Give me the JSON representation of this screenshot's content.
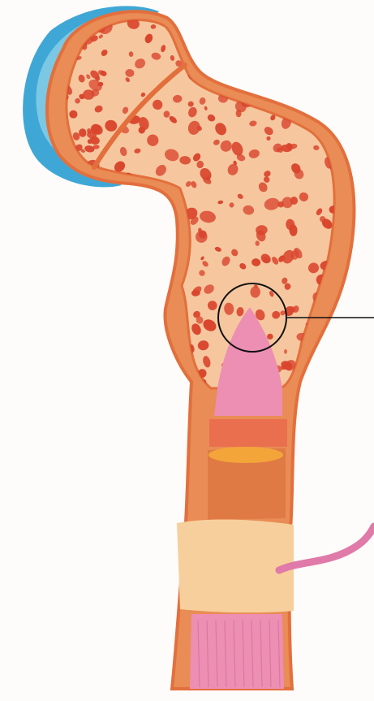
{
  "figure": {
    "subject": "femur-longitudinal-section",
    "callout": {
      "marker": "circle",
      "leader": "line-to-right-edge"
    },
    "vessel": {
      "side": "right"
    },
    "colors": {
      "background": "#fdfcfb",
      "articular_cartilage": "#3fa7d6",
      "articular_cartilage_light": "#8fd3e8",
      "compact_bone": "#e98c55",
      "compact_bone_outline": "#e36f3d",
      "spongy_bone": "#f6c79f",
      "spongy_pores": "#d9452d",
      "marrow_cavity": "#ec8fb3",
      "marrow_band": "#ea6f4f",
      "marrow_yellow": "#f3a53a",
      "marrow_orange": "#e07a45",
      "periosteum_beige": "#f7cf9c",
      "blood_vessel": "#e07aa8",
      "callout_line": "#111111"
    }
  }
}
